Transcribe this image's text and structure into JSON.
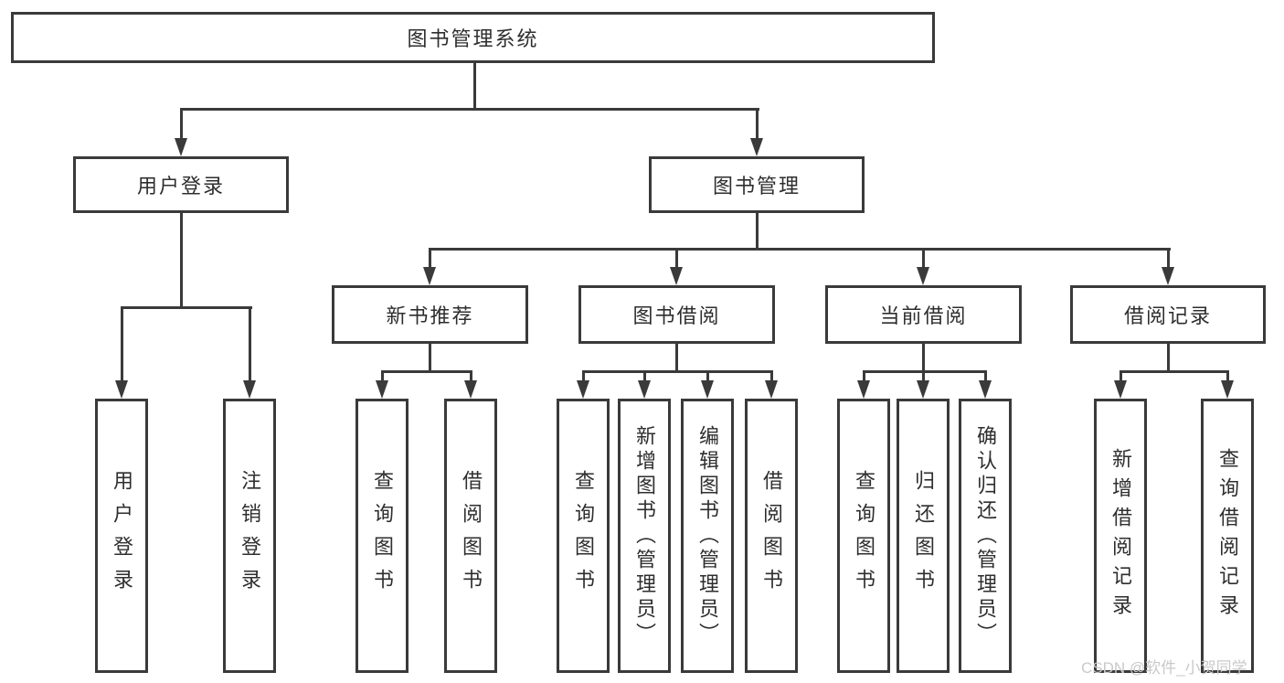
{
  "colors": {
    "background": "#ffffff",
    "box_border": "#3a3a3a",
    "box_fill": "#ffffff",
    "line": "#3a3a3a",
    "text": "#2e2e2e",
    "watermark": "#c9c9c9"
  },
  "watermark": "CSDN @软件_小贺同学",
  "tree": {
    "label": "图书管理系统",
    "children": [
      {
        "label": "用户登录",
        "children": [
          {
            "label": "用户登录"
          },
          {
            "label": "注销登录"
          }
        ]
      },
      {
        "label": "图书管理",
        "children": [
          {
            "label": "新书推荐",
            "children": [
              {
                "label": "查询图书"
              },
              {
                "label": "借阅图书"
              }
            ]
          },
          {
            "label": "图书借阅",
            "children": [
              {
                "label": "查询图书"
              },
              {
                "label": "新增图书（管理员）"
              },
              {
                "label": "编辑图书（管理员）"
              },
              {
                "label": "借阅图书"
              }
            ]
          },
          {
            "label": "当前借阅",
            "children": [
              {
                "label": "查询图书"
              },
              {
                "label": "归还图书"
              },
              {
                "label": "确认归还（管理员）"
              }
            ]
          },
          {
            "label": "借阅记录",
            "children": [
              {
                "label": "新增借阅记录"
              },
              {
                "label": "查询借阅记录"
              }
            ]
          }
        ]
      }
    ]
  }
}
